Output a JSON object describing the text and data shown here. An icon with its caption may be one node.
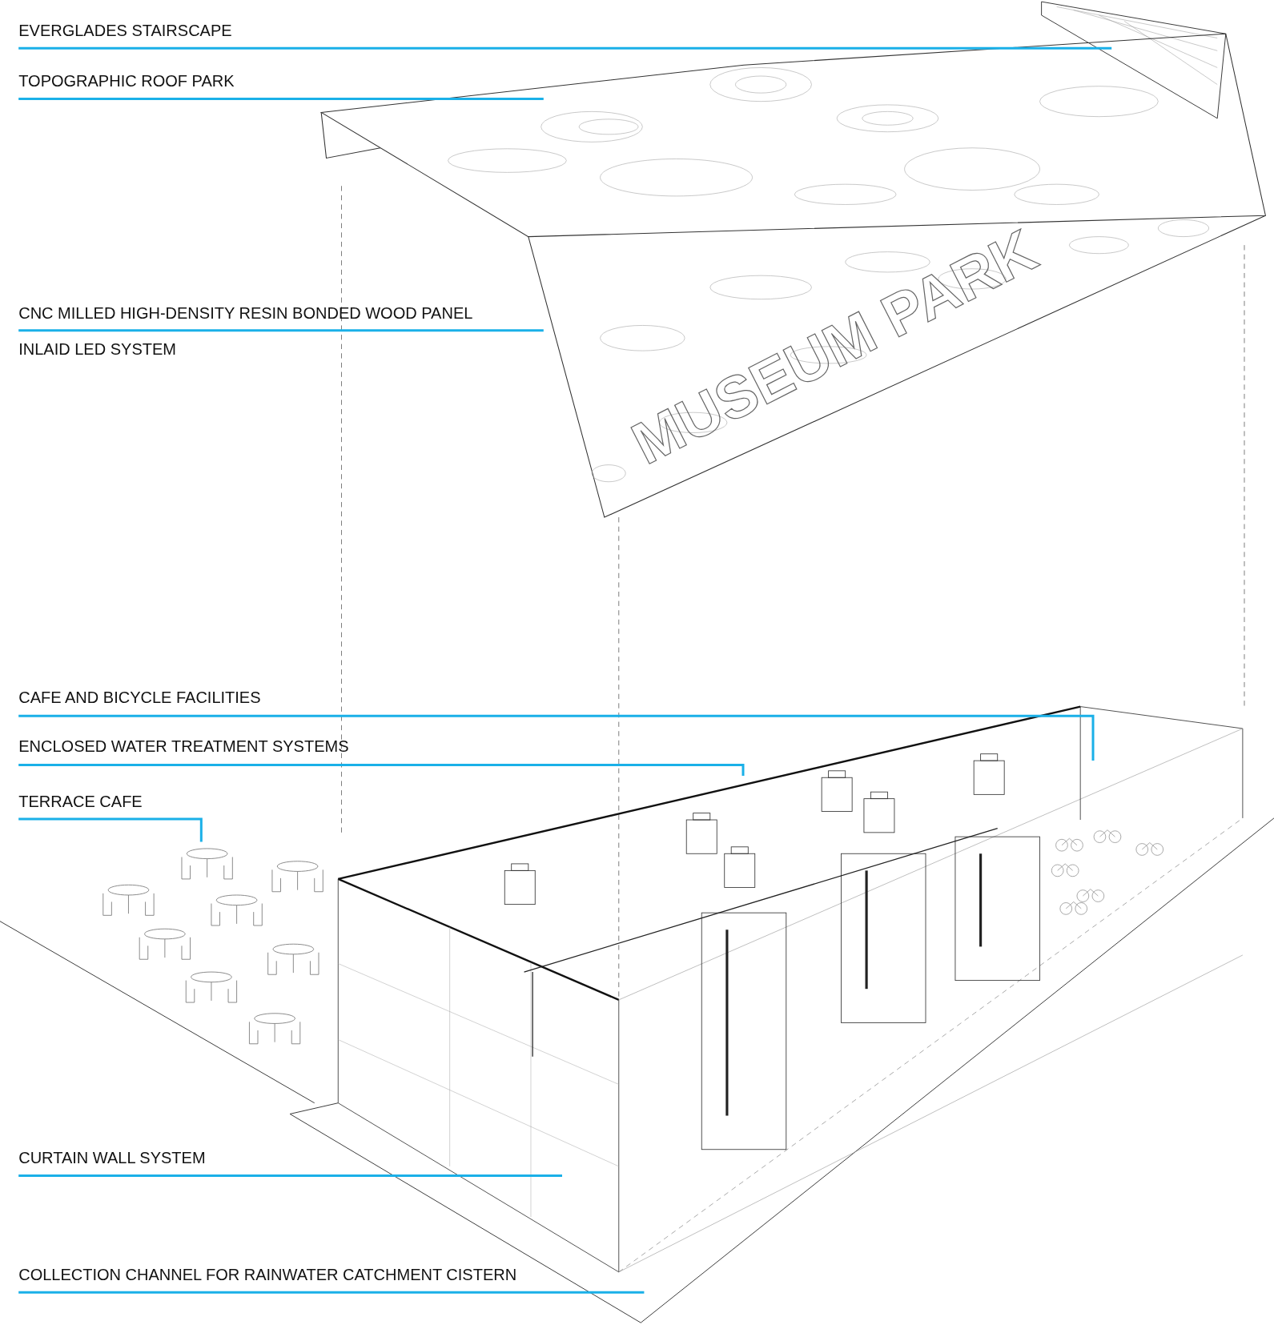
{
  "diagram": {
    "nodes": [
      {
        "text": [
          "EVERGLADES STAIRSCAPE"
        ]
      },
      {
        "text": [
          "TOPOGRAPHIC ROOF PARK"
        ]
      },
      {
        "text": [
          "CNC MILLED HIGH-DENSITY RESIN BONDED WOOD PANEL"
        ]
      },
      {
        "text": [
          "CAFE AND BICYCLE FACILITIES"
        ]
      },
      {
        "text": [
          "ENCLOSED WATER TREATMENT SYSTEMS"
        ]
      },
      {
        "text": [
          "TERRACE CAFE"
        ]
      },
      {
        "text": [
          "CURTAIN WALL SYSTEM"
        ]
      },
      {
        "text": [
          "COLLECTION CHANNEL FOR RAINWATER CATCHMENT CISTERN"
        ]
      }
    ],
    "edges": [
      {
        "from": 0,
        "to": null,
        "arrow": "none"
      },
      {
        "from": 1,
        "to": null,
        "arrow": "none"
      },
      {
        "from": 2,
        "to": null,
        "arrow": "none"
      },
      {
        "from": 3,
        "to": null,
        "arrow": "none"
      },
      {
        "from": 4,
        "to": null,
        "arrow": "none"
      },
      {
        "from": 5,
        "to": null,
        "arrow": "none"
      },
      {
        "from": 6,
        "to": null,
        "arrow": "none"
      },
      {
        "from": 7,
        "to": null,
        "arrow": "none"
      }
    ],
    "labels": [
      "INLAID LED SYSTEM",
      "MUSEUM PARK"
    ]
  }
}
